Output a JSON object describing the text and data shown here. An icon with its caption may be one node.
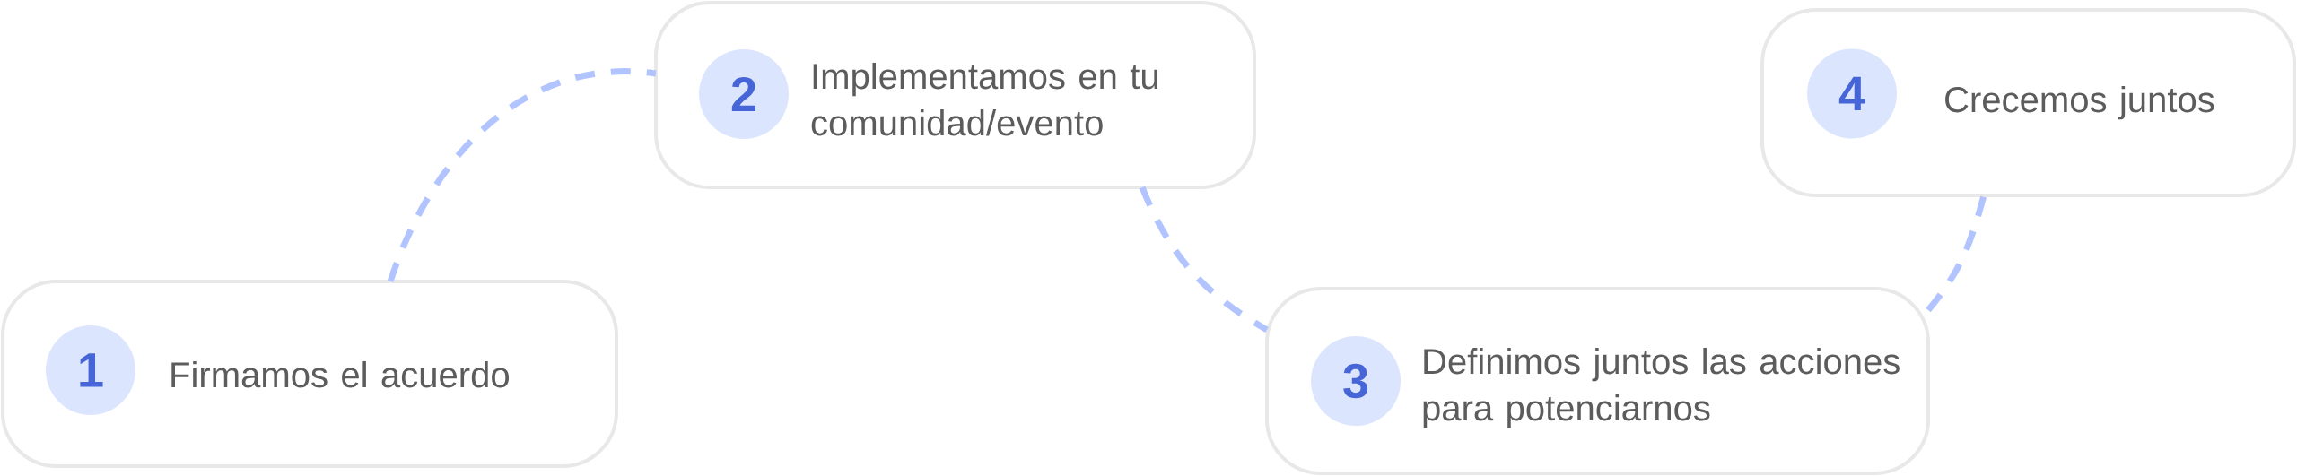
{
  "diagram": {
    "nodes": [
      {
        "text": [
          "Firmamos el acuerdo"
        ]
      },
      {
        "text": [
          "1"
        ],
        "in": 0
      },
      {
        "text": [
          "Implementamos en tu comunidad/evento"
        ]
      },
      {
        "text": [
          "2"
        ],
        "in": 2
      },
      {
        "text": [
          "Definimos juntos las acciones para potenciarnos"
        ]
      },
      {
        "text": [
          "3"
        ],
        "in": 4
      },
      {
        "text": [
          "Crecemos juntos"
        ]
      },
      {
        "text": [
          "4"
        ],
        "in": 6
      }
    ],
    "edges": [
      {
        "from": 0,
        "to": 2,
        "arrow": "none",
        "style": "dashed"
      },
      {
        "from": 2,
        "to": 4,
        "arrow": "none",
        "style": "dashed"
      },
      {
        "from": 4,
        "to": 6,
        "arrow": "none",
        "style": "dashed"
      }
    ]
  }
}
